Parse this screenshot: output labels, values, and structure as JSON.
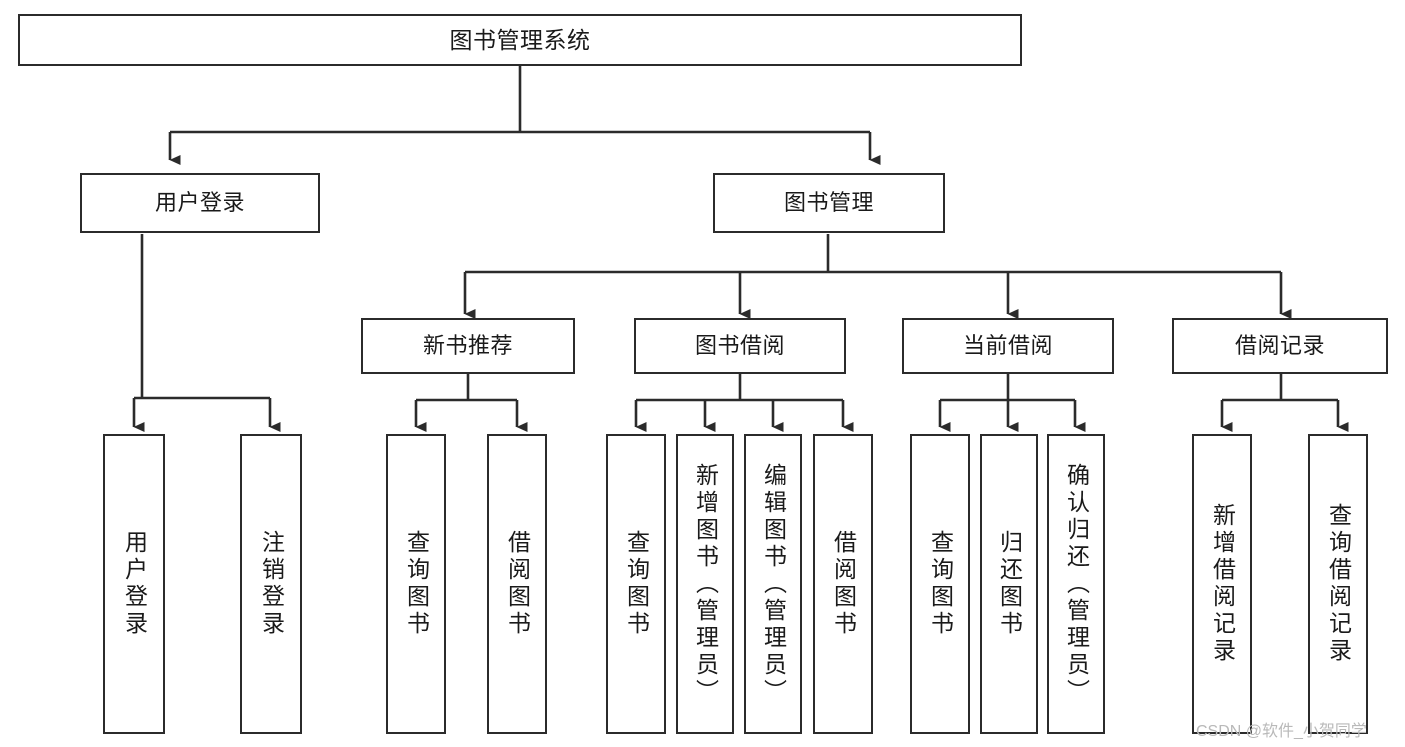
{
  "diagram": {
    "title": "图书管理系统",
    "type": "tree-hierarchy",
    "colors": {
      "box_border": "#2b2b2b",
      "box_fill": "#ffffff",
      "connector": "#2b2b2b",
      "text": "#1a1a1a",
      "watermark": "#b9b9b9",
      "background": "#ffffff"
    },
    "root": {
      "label": "图书管理系统"
    },
    "level2": [
      {
        "label": "用户登录"
      },
      {
        "label": "图书管理"
      }
    ],
    "level3": [
      {
        "label": "新书推荐"
      },
      {
        "label": "图书借阅"
      },
      {
        "label": "当前借阅"
      },
      {
        "label": "借阅记录"
      }
    ],
    "leaves": {
      "user_login": [
        {
          "label": "用户登录"
        },
        {
          "label": "注销登录"
        }
      ],
      "new_book_recommend": [
        {
          "label": "查询图书"
        },
        {
          "label": "借阅图书"
        }
      ],
      "book_borrow": [
        {
          "label": "查询图书"
        },
        {
          "label": "新增图书（管理员）"
        },
        {
          "label": "编辑图书（管理员）"
        },
        {
          "label": "借阅图书"
        }
      ],
      "current_borrow": [
        {
          "label": "查询图书"
        },
        {
          "label": "归还图书"
        },
        {
          "label": "确认归还（管理员）"
        }
      ],
      "borrow_record": [
        {
          "label": "新增借阅记录"
        },
        {
          "label": "查询借阅记录"
        }
      ]
    }
  },
  "watermark": {
    "text": "CSDN @软件_小贺同学"
  }
}
